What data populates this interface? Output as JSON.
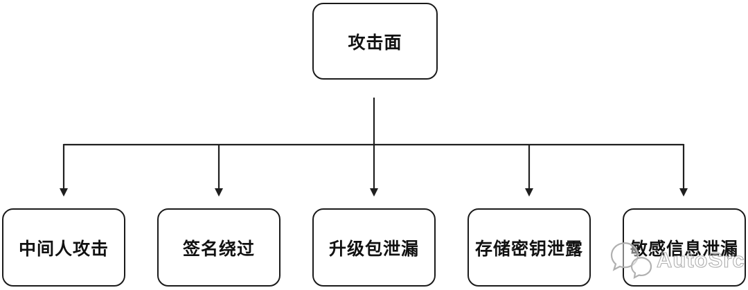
{
  "diagram": {
    "title_node": "attack-surface-tree",
    "root": {
      "label": "攻击面"
    },
    "children": [
      {
        "label": "中间人攻击"
      },
      {
        "label": "签名绕过"
      },
      {
        "label": "升级包泄漏"
      },
      {
        "label": "存储密钥泄露"
      },
      {
        "label": "敏感信息泄漏"
      }
    ]
  },
  "watermark": {
    "text": "AutoSrc",
    "logo": "wechat-bubbles-icon"
  },
  "colors": {
    "background": "#ffffff",
    "line": "#1f1f1f",
    "box_border": "#1a1a1a",
    "text": "#111111",
    "watermark": "#aeaeae"
  }
}
